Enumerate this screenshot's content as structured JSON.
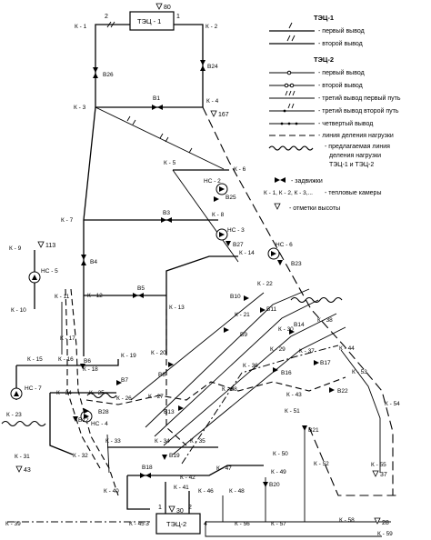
{
  "plants": {
    "tec1": "ТЭЦ - 1",
    "tec2": "ТЭЦ-2",
    "tec1_outputs": [
      "2",
      "1"
    ],
    "tec2_outputs": [
      "1",
      "2",
      "3",
      "4"
    ]
  },
  "legend": {
    "section1_title": "ТЭЦ-1",
    "section1_items": [
      "- первый вывод",
      "- второй вывод"
    ],
    "section2_title": "ТЭЦ-2",
    "section2_items": [
      "- первый вывод",
      "- второй вывод",
      "- третий вывод первый путь",
      "- третий вывод второй путь",
      "- четвертый вывод",
      "- линия деления нагрузки"
    ],
    "proposed_line": [
      "- предлагаемая линия",
      "деления нагрузки",
      "ТЭЦ-1 и ТЭЦ-2"
    ],
    "valves": "- задвижки",
    "chambers_symbol": "К - 1, К - 2, К - 3,...",
    "chambers": "- тепловые камеры",
    "heights": "- отметки высоты"
  },
  "heights": {
    "h80": "80",
    "h167": "167",
    "h113": "113",
    "h43": "43",
    "h37": "37",
    "h30": "30",
    "h28": "28"
  },
  "pumps": [
    "НС - 2",
    "НС - 3",
    "НС - 6",
    "НС - 5",
    "НС - 7",
    "НС - 4"
  ],
  "valves": [
    "В1",
    "В3",
    "В4",
    "В5",
    "В6",
    "В7",
    "В8",
    "В9",
    "В10",
    "В11",
    "В12",
    "В13",
    "В14",
    "В16",
    "В17",
    "В18",
    "В19",
    "В20",
    "В21",
    "В22",
    "В23",
    "В24",
    "В25",
    "В26",
    "В27",
    "В28"
  ],
  "chambers": [
    "К - 1",
    "К - 2",
    "К - 3",
    "К - 4",
    "К - 5",
    "К - 6",
    "К - 7",
    "К - 8",
    "К - 9",
    "К - 10",
    "К - 11",
    "К - 12",
    "К - 13",
    "К - 14",
    "К - 15",
    "К - 16",
    "К - 17",
    "К - 18",
    "К - 19",
    "К - 20",
    "К - 21",
    "К - 22",
    "К - 23",
    "К - 24",
    "К - 25",
    "К - 26",
    "К - 27",
    "К - 28",
    "К - 29",
    "К - 30",
    "К - 31",
    "К - 32",
    "К - 33",
    "К - 34",
    "К - 35",
    "К - 36",
    "К - 37",
    "К - 38",
    "К - 39",
    "К - 40",
    "К - 41",
    "К - 42",
    "К - 43",
    "К - 44",
    "К - 45",
    "К - 46",
    "К - 47",
    "К - 48",
    "К - 49",
    "К - 50",
    "К - 51",
    "К - 52",
    "К - 53",
    "К - 54",
    "К - 55",
    "К - 56",
    "К - 57",
    "К - 58",
    "К - 59"
  ]
}
